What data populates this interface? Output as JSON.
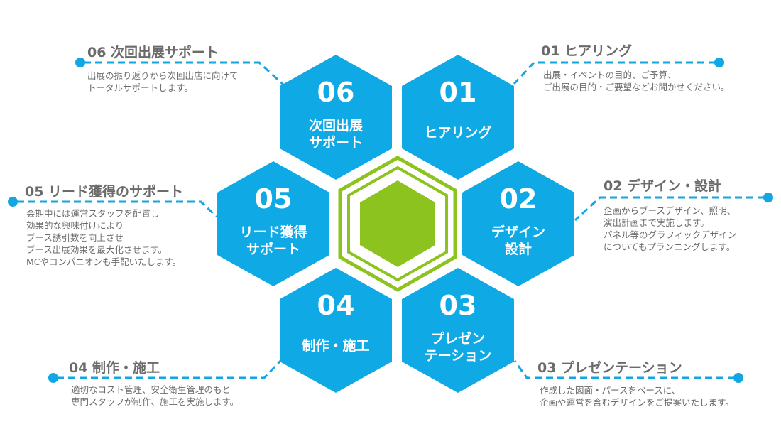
{
  "colors": {
    "blue": "#0fa9e6",
    "green": "#8cc31e",
    "text": "#6b6b6b"
  },
  "steps": [
    {
      "num": "01",
      "hex": [
        "ヒアリング"
      ],
      "title": "01  ヒアリング",
      "desc": [
        "出展・イベントの目的、ご予算、",
        "ご出展の目的・ご要望などお聞かせください。"
      ]
    },
    {
      "num": "02",
      "hex": [
        "デザイン",
        "設計"
      ],
      "title": "02  デザイン・設計",
      "desc": [
        "企画からブースデザイン、照明、",
        "演出計画まで実施します。",
        "パネル等のグラフィックデザイン",
        "についてもプランニングします。"
      ]
    },
    {
      "num": "03",
      "hex": [
        "プレゼン",
        "テーション"
      ],
      "title": "03  プレゼンテーション",
      "desc": [
        "作成した図面・パースをベースに、",
        "企画や運営を含むデザインをご提案いたします。"
      ]
    },
    {
      "num": "04",
      "hex": [
        "制作・施工"
      ],
      "title": "04  制作・施工",
      "desc": [
        "適切なコスト管理、安全衛生管理のもと",
        "専門スタッフが制作、施工を実施します。"
      ]
    },
    {
      "num": "05",
      "hex": [
        "リード獲得",
        "サポート"
      ],
      "title": "05  リード獲得のサポート",
      "desc": [
        "会期中には運営スタッフを配置し",
        "効果的な興味付けにより",
        "ブース誘引数を向上させ",
        "ブース出展効果を最大化させます。",
        "MCやコンパニオンも手配いたします。"
      ]
    },
    {
      "num": "06",
      "hex": [
        "次回出展",
        "サポート"
      ],
      "title": "06 次回出展サポート",
      "desc": [
        "出展の振り返りから次回出店に向けて",
        "トータルサポートします。"
      ]
    }
  ]
}
